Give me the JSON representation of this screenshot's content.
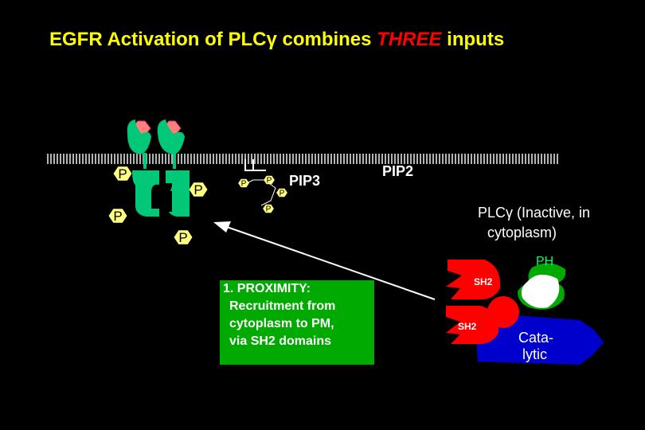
{
  "title": {
    "prefix": "EGFR Activation of PLCγ combines ",
    "emphasis": "THREE",
    "suffix": " inputs"
  },
  "phospho_label": "P",
  "lipids": {
    "pip3": "PIP3",
    "pip2": "PIP2"
  },
  "plc": {
    "state_line1": "PLCγ (Inactive, in",
    "state_line2": "cytoplasm)",
    "ph_label": "PH",
    "sh2_top": "SH2",
    "sh2_bottom": "SH2",
    "catalytic_line1": "Cata-",
    "catalytic_line2": "lytic"
  },
  "note": {
    "line1": "1. PROXIMITY:",
    "line2": "Recruitment from",
    "line3": "cytoplasm to PM,",
    "line4": "via SH2 domains"
  },
  "colors": {
    "title": "#ffff00",
    "emphasis": "#ff0000",
    "receptor": "#00c878",
    "ligand": "#ff7f7f",
    "phospho": "#ffff80",
    "membrane": "#b3b3b3",
    "sh2": "#ff0000",
    "ph": "#00aa00",
    "catalytic": "#0000cc",
    "note_box": "#00aa00"
  }
}
